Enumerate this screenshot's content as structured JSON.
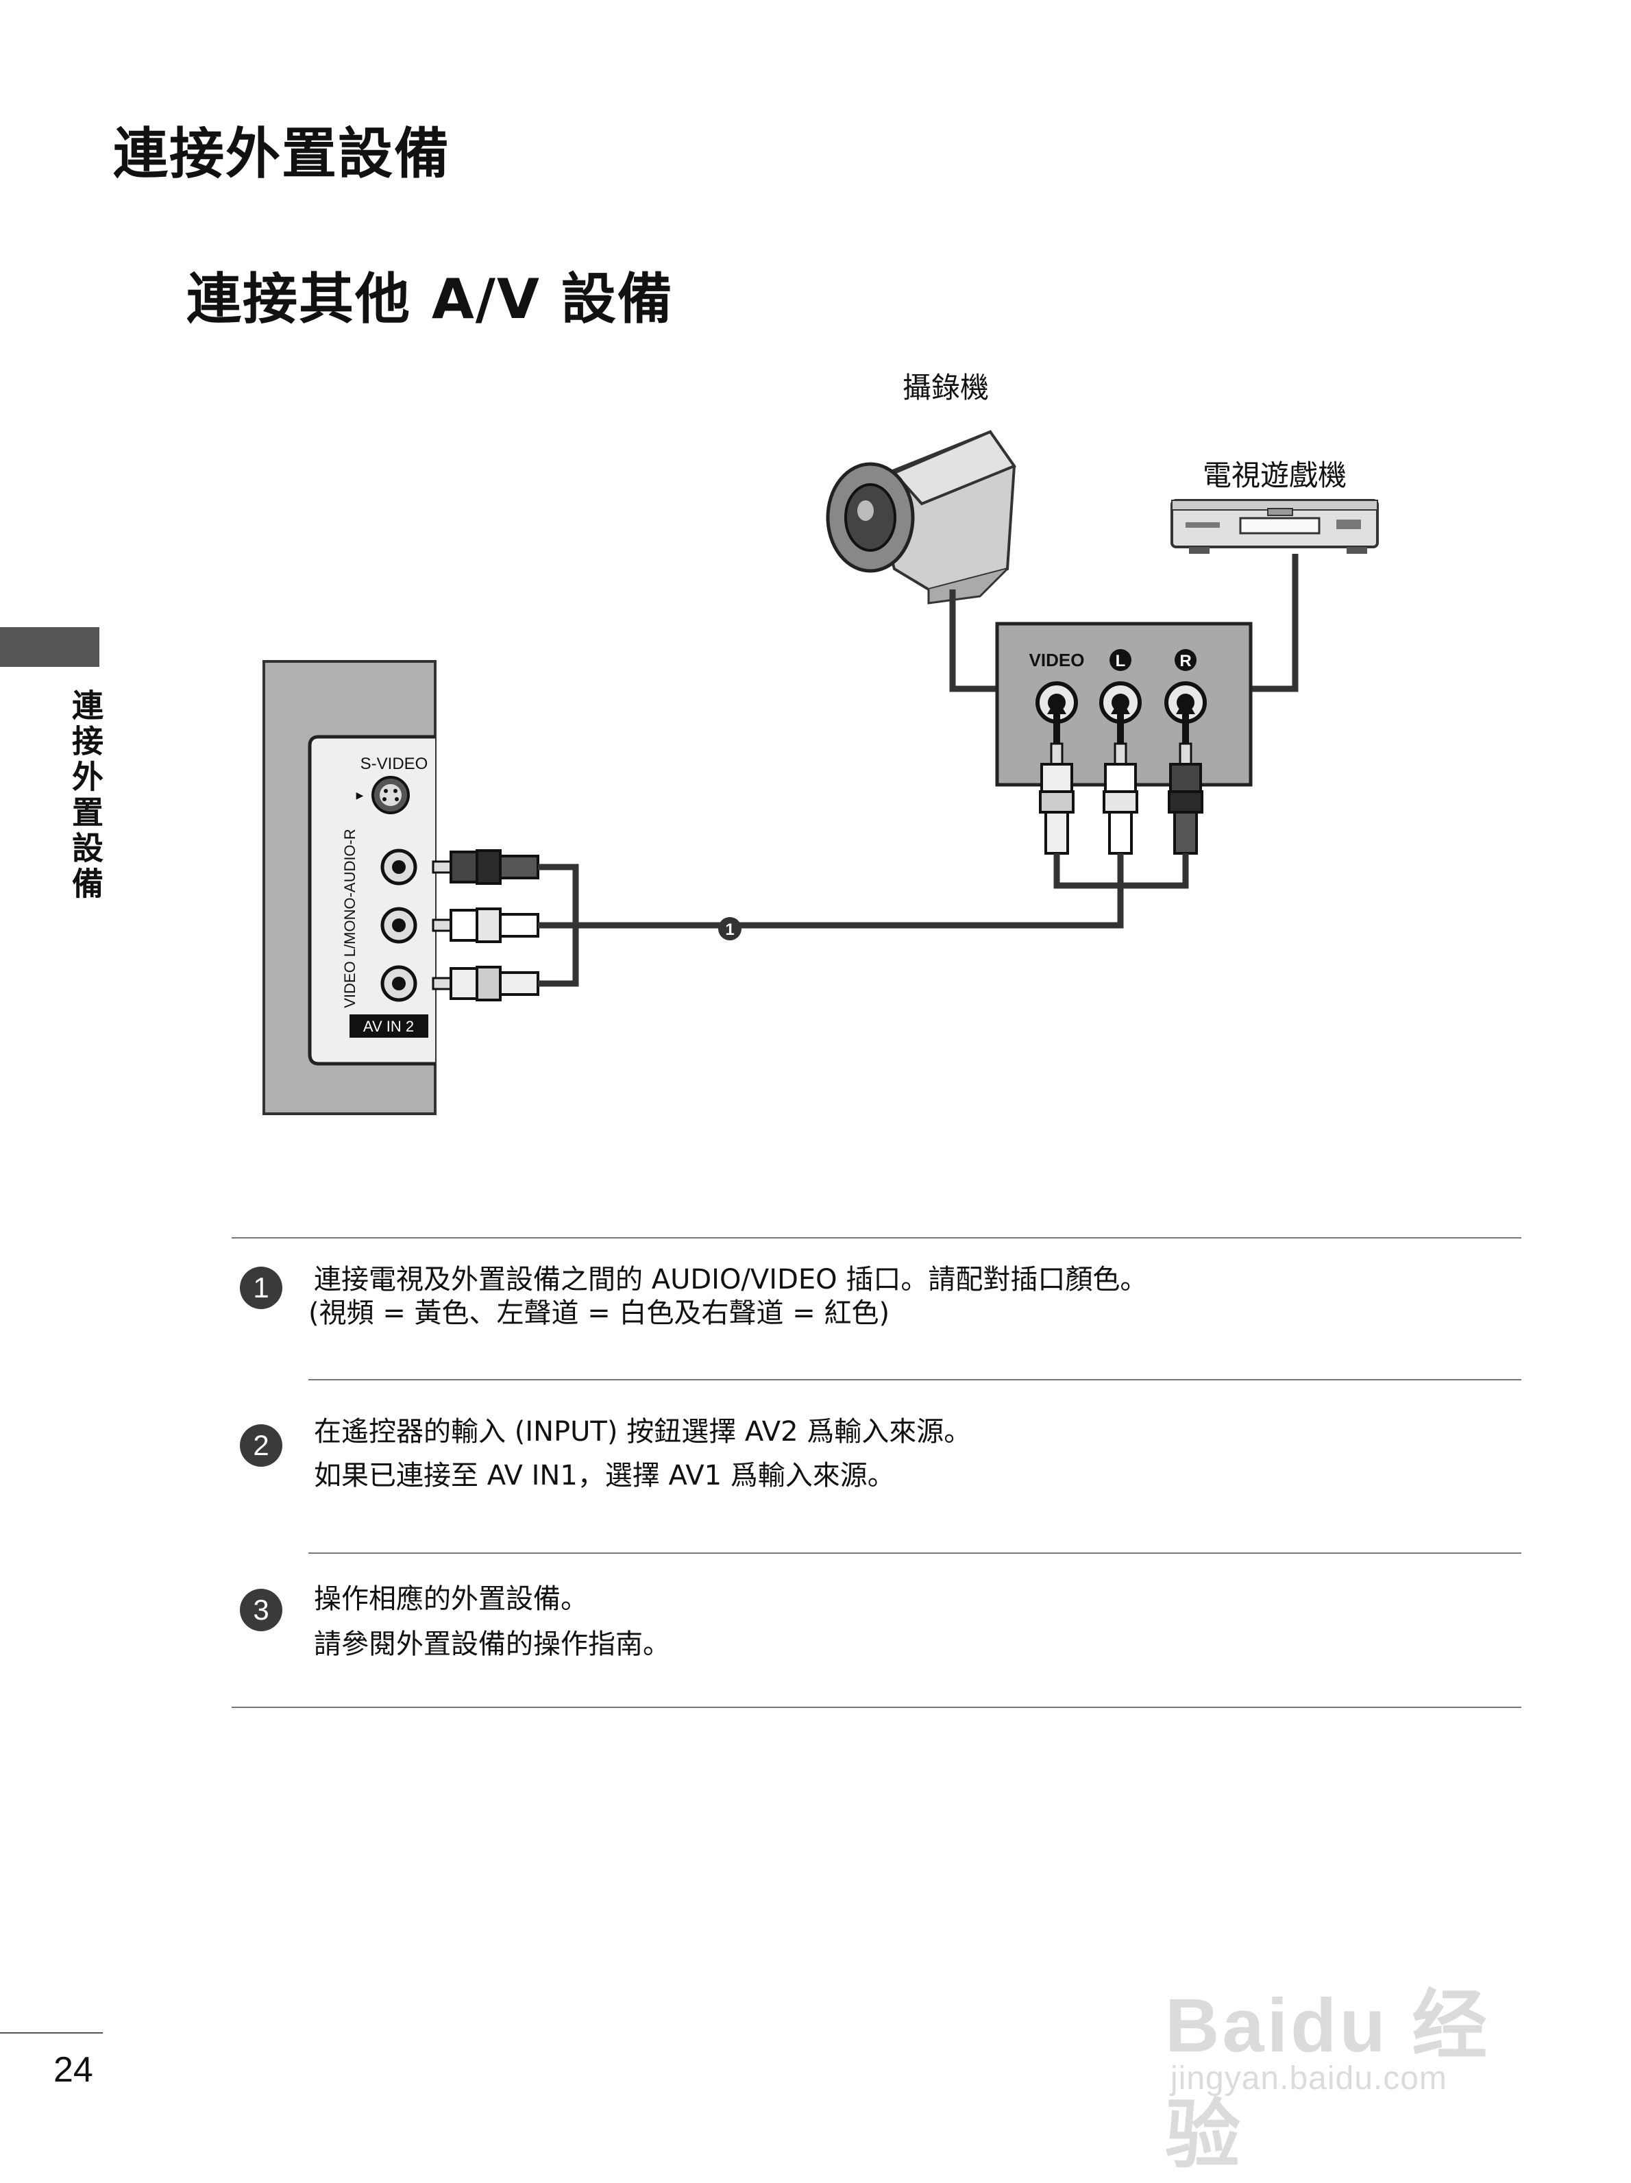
{
  "page": {
    "title": "連接外置設備",
    "section_title": "連接其他 A/V 設備",
    "side_label": "連接外置設備",
    "page_number": "24"
  },
  "diagram": {
    "camcorder_label": "攝錄機",
    "game_label": "電視遊戲機",
    "panel_video_label": "VIDEO",
    "panel_l_label": "L",
    "panel_r_label": "R",
    "tv_svideo_label": "S-VIDEO",
    "tv_vertical_label": "VIDEO L/MONO-AUDIO-R",
    "tv_avin_label": "AV IN 2",
    "cable_marker": "1"
  },
  "steps": [
    {
      "number": "1",
      "lines": [
        "連接電視及外置設備之間的 AUDIO/VIDEO 插口。請配對插口顏色。",
        "(視頻 = 黃色、左聲道 = 白色及右聲道 = 紅色)"
      ]
    },
    {
      "number": "2",
      "lines": [
        "在遙控器的輸入 (INPUT) 按鈕選擇 AV2 爲輸入來源。",
        "如果已連接至 AV IN1，選擇 AV1 爲輸入來源。"
      ]
    },
    {
      "number": "3",
      "lines": [
        "操作相應的外置設備。",
        "請參閱外置設備的操作指南。"
      ]
    }
  ],
  "watermark": {
    "brand": "Baidu 经验",
    "url": "jingyan.baidu.com"
  }
}
